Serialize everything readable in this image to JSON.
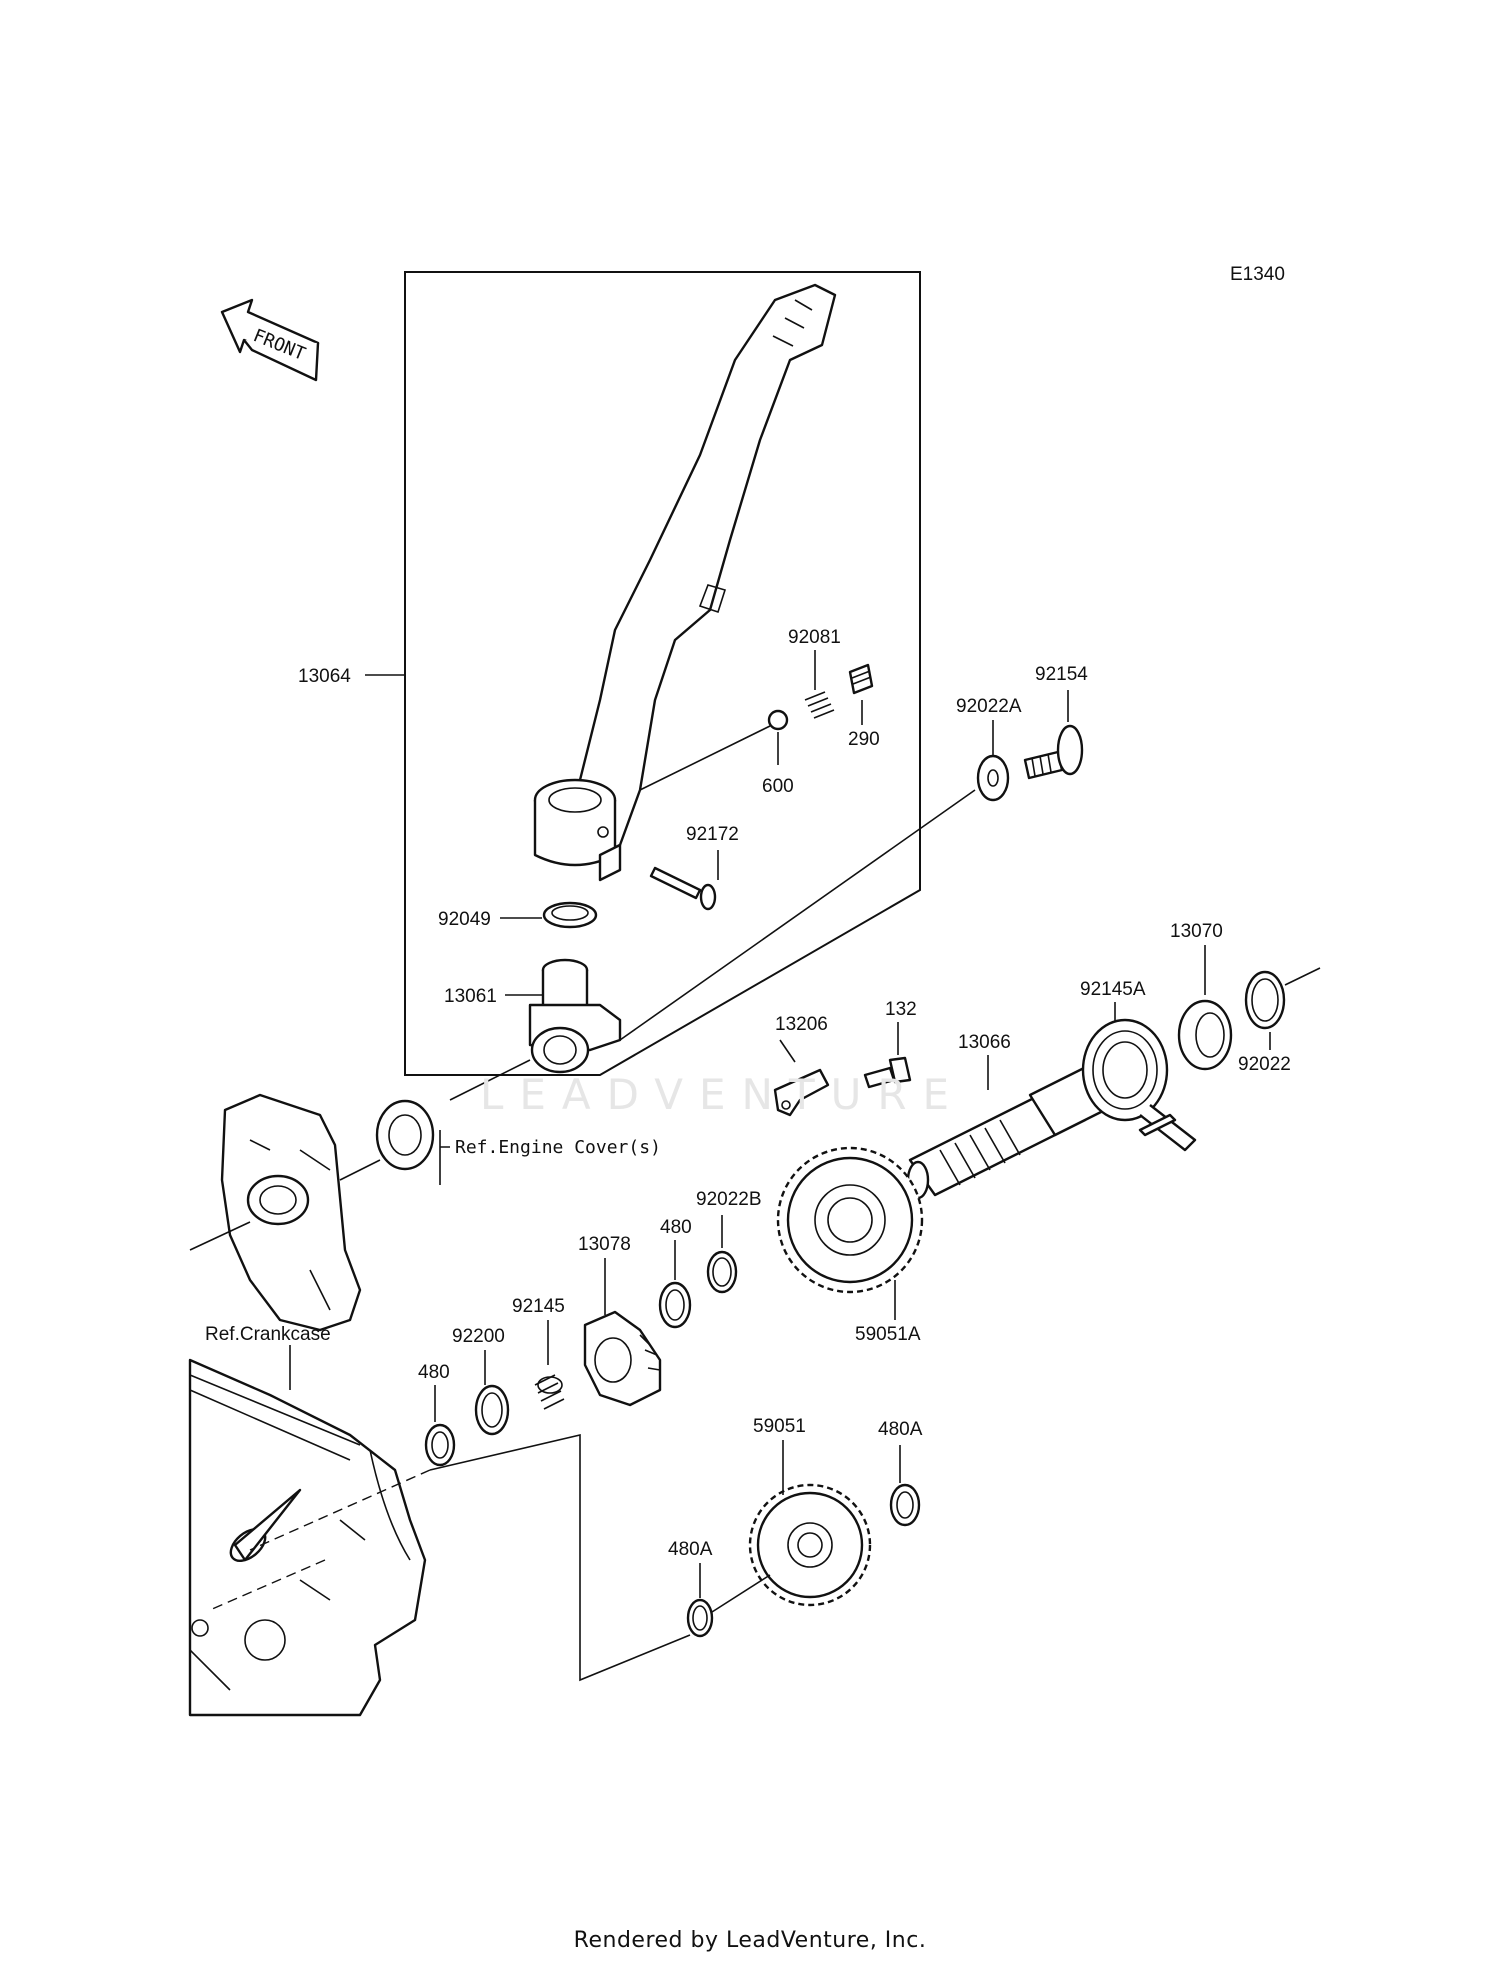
{
  "diagram_code": "E1340",
  "front_label": "FRONT",
  "watermark": "LEADVENTURE",
  "footer": "Rendered by LeadVenture, Inc.",
  "ref_labels": {
    "engine_cover": "Ref.Engine Cover(s)",
    "crankcase": "Ref.Crankcase"
  },
  "callouts": {
    "p13064": "13064",
    "p92081": "92081",
    "p290": "290",
    "p600": "600",
    "p92172": "92172",
    "p92049": "92049",
    "p13061": "13061",
    "p92022A": "92022A",
    "p92154": "92154",
    "p92145A": "92145A",
    "p13070": "13070",
    "p92022": "92022",
    "p132": "132",
    "p13206": "13206",
    "p13066": "13066",
    "p92022B": "92022B",
    "p480_top": "480",
    "p13078": "13078",
    "p59051A": "59051A",
    "p92145": "92145",
    "p92200": "92200",
    "p480_left": "480",
    "p59051": "59051",
    "p480A_right": "480A",
    "p480A_left": "480A"
  }
}
